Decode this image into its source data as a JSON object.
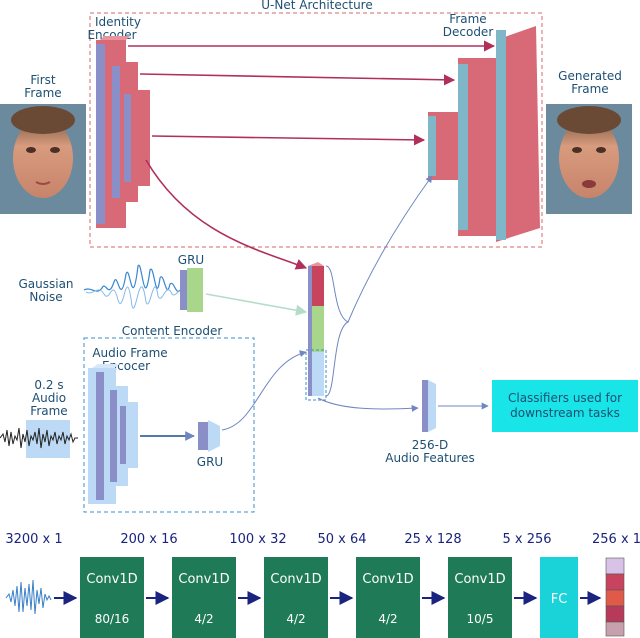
{
  "top": {
    "unet_title": "U-Net Architecture",
    "identity_encoder": [
      "Identity",
      "Encoder"
    ],
    "frame_decoder": [
      "Frame",
      "Decoder"
    ],
    "first_frame": [
      "First",
      "Frame"
    ],
    "generated_frame": [
      "Generated",
      "Frame"
    ],
    "gaussian_noise": [
      "Gaussian",
      "Noise"
    ],
    "gru_noise": "GRU",
    "content_encoder": "Content Encoder",
    "audio_frame_encoder": [
      "Audio Frame",
      "Encocer"
    ],
    "audio_frame_input": [
      "0.2 s",
      "Audio",
      "Frame"
    ],
    "gru_audio": "GRU",
    "audio_features": [
      "256-D",
      "Audio Features"
    ],
    "classifiers": [
      "Classifiers used for",
      "downstream tasks"
    ]
  },
  "bottom": {
    "dims": [
      "3200 x 1",
      "200 x 16",
      "100 x 32",
      "50 x 64",
      "25 x 128",
      "5 x 256",
      "256 x 1"
    ],
    "conv_blocks": [
      {
        "name": "Conv1D",
        "param": "80/16"
      },
      {
        "name": "Conv1D",
        "param": "4/2"
      },
      {
        "name": "Conv1D",
        "param": "4/2"
      },
      {
        "name": "Conv1D",
        "param": "4/2"
      },
      {
        "name": "Conv1D",
        "param": "10/5"
      }
    ],
    "fc_label": "FC"
  },
  "colors": {
    "encoder_red": "#d86a78",
    "encoder_light_blue": "#bcd9f5",
    "encoder_slate": "#8a8fc7",
    "conv_green": "#1e7a57",
    "fc_cyan": "#19d3d8",
    "classifier_cyan": "#19e4e8",
    "dashed_red": "#d46a6a",
    "dashed_blue": "#3b8fd0",
    "arrow_red": "#b0305a",
    "arrow_blue": "#7e8fc5",
    "text_blue": "#1d4f73"
  },
  "icons": [
    "face-photo",
    "noise-waveform",
    "audio-waveform",
    "arrow-right"
  ]
}
